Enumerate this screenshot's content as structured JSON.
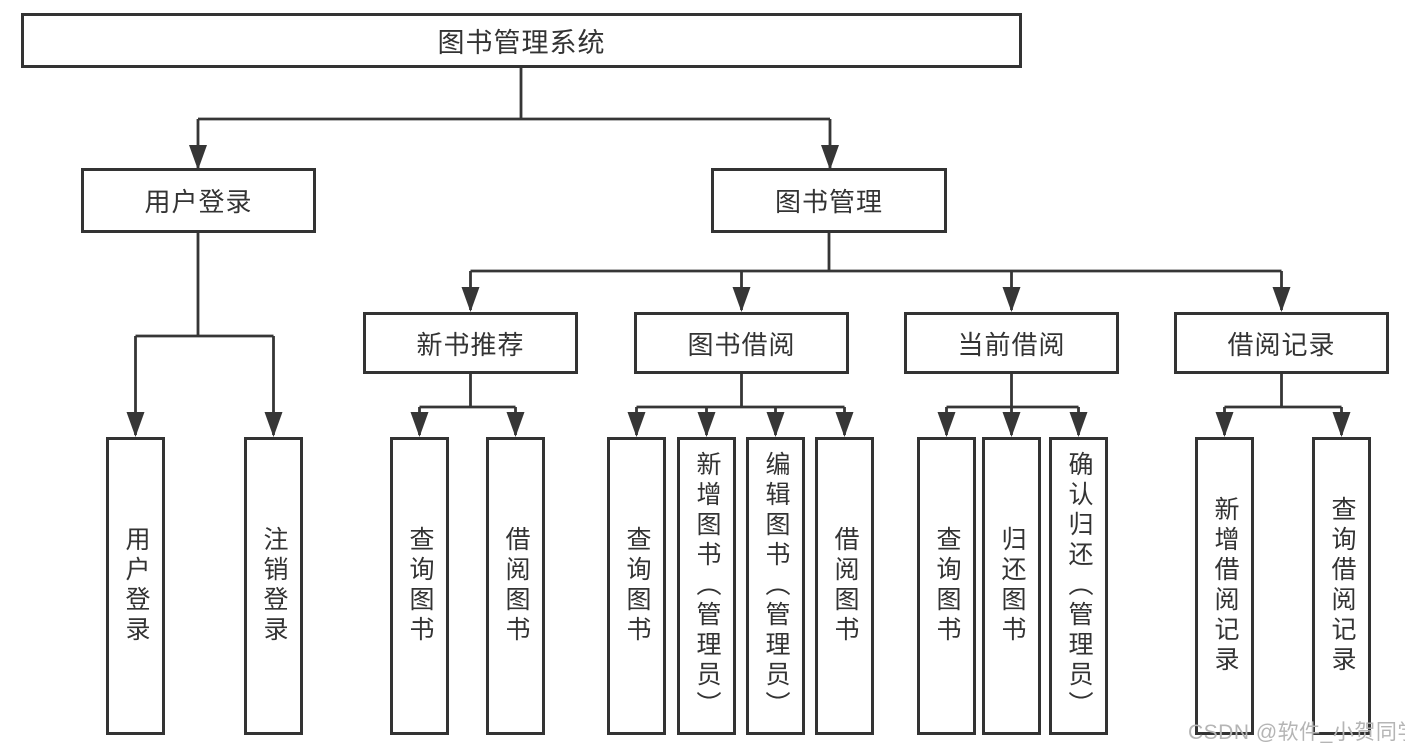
{
  "nodes": {
    "root": "图书管理系统",
    "l2": [
      "用户登录",
      "图书管理"
    ],
    "l3": [
      "新书推荐",
      "图书借阅",
      "当前借阅",
      "借阅记录"
    ],
    "l4": {
      "user_login": [
        "用户登录",
        "注销登录"
      ],
      "new_books": [
        "查询图书",
        "借阅图书"
      ],
      "book_borrow": [
        "查询图书",
        "新增图书（管理员）",
        "编辑图书（管理员）",
        "借阅图书"
      ],
      "current_borrow": [
        "查询图书",
        "归还图书",
        "确认归还（管理员）"
      ],
      "borrow_records": [
        "新增借阅记录",
        "查询借阅记录"
      ]
    }
  },
  "watermark": "CSDN @软件_小贺同学",
  "colors": {
    "line": "#363636",
    "border": "#333333",
    "text": "#333333",
    "watermark": "#b5b5b5",
    "background": "#ffffff"
  }
}
